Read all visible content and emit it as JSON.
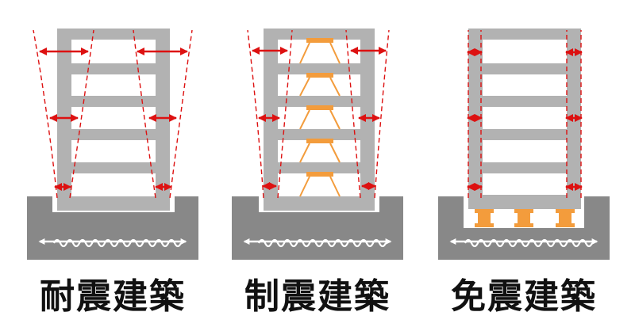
{
  "colors": {
    "frame": "#b2b2b2",
    "ground": "#888888",
    "arrow": "#dd1111",
    "device": "#f39c3c",
    "wave": "#ffffff",
    "text": "#111111"
  },
  "panels": [
    {
      "id": "taishin",
      "caption": "耐震建築",
      "type": "rigid"
    },
    {
      "id": "seishin",
      "caption": "制震建築",
      "type": "damped"
    },
    {
      "id": "menshin",
      "caption": "免震建築",
      "type": "isolated"
    }
  ]
}
